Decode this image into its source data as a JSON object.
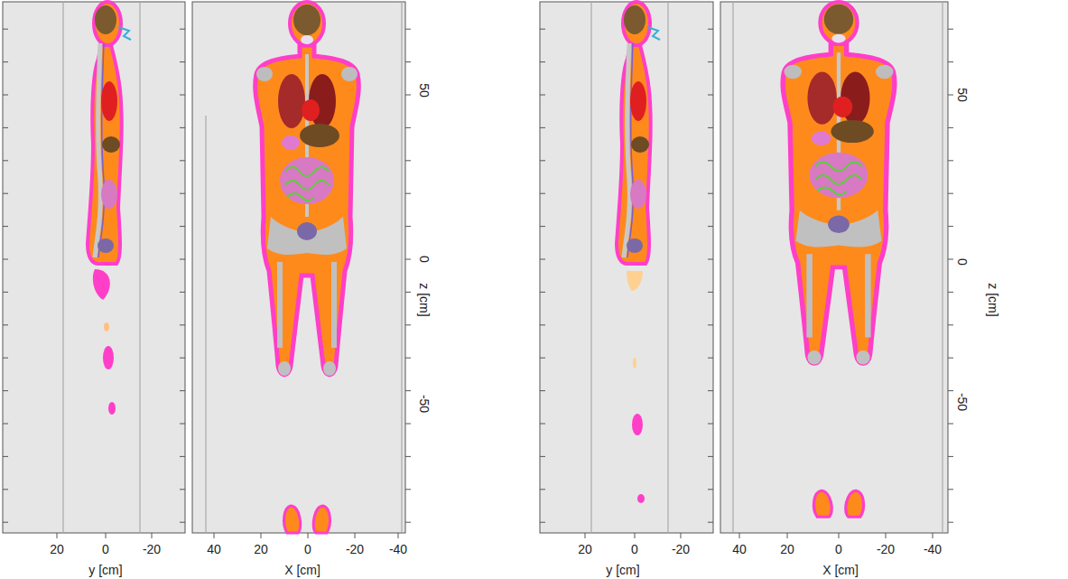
{
  "diagram": {
    "labels": [
      "20",
      "0",
      "-20",
      "y [cm]",
      "40",
      "20",
      "0",
      "-20",
      "-40",
      "X [cm]",
      "50",
      "0",
      "-50",
      "z [cm]",
      "20",
      "0",
      "-20",
      "y [cm]",
      "40",
      "20",
      "0",
      "-20",
      "-40",
      "X [cm]",
      "50",
      "0",
      "-50",
      "z [cm]"
    ]
  }
}
